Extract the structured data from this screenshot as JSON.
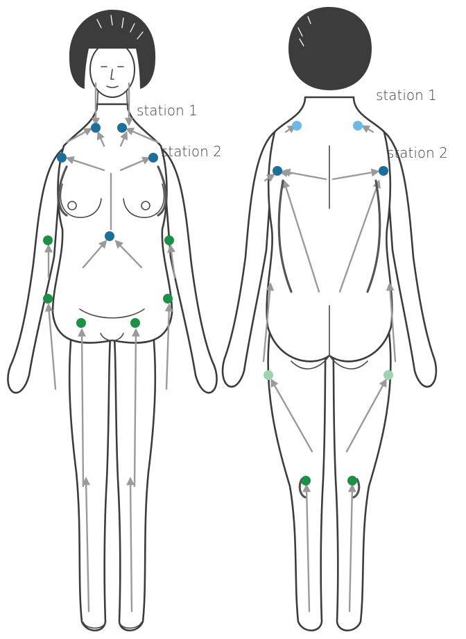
{
  "labels": {
    "front_station_1": "station 1",
    "front_station_2": "station 2",
    "back_station_1": "station 1",
    "back_station_2": "station 2"
  },
  "colors": {
    "node_dark_blue": "#1e6e9a",
    "node_light_blue": "#6cb9e3",
    "node_dark_green": "#1e8f47",
    "node_light_green": "#9fd3ad",
    "outline": "#3c3c3c",
    "arrow": "#9a9a9a"
  },
  "figures": [
    "front-view",
    "back-view"
  ]
}
